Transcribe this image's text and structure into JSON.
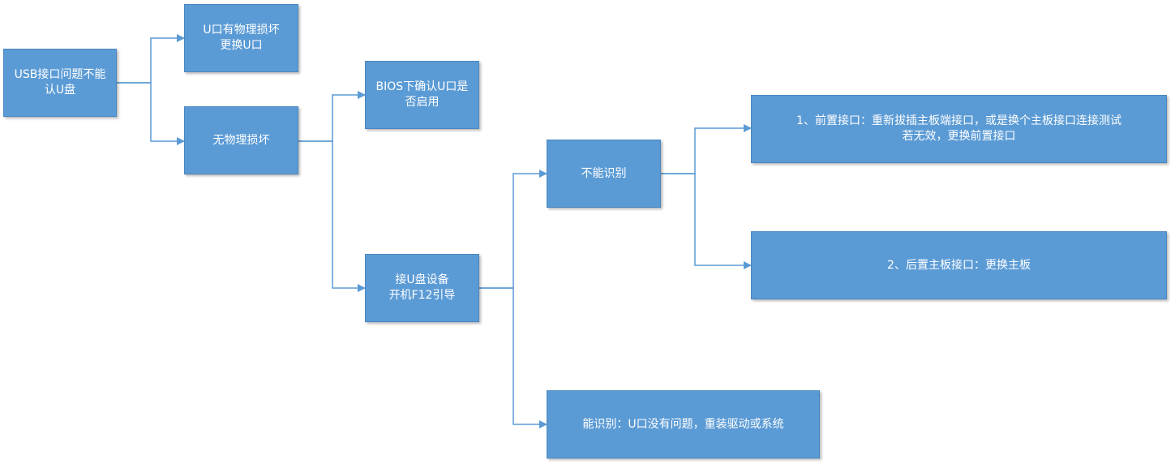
{
  "colors": {
    "node_fill": "#5b9bd5",
    "node_border": "#4a86bf",
    "node_text": "#ffffff",
    "connector": "#5b9bd5"
  },
  "nodes": {
    "root": {
      "lines": [
        "USB接口问题不能",
        "认U盘"
      ]
    },
    "physical_damage": {
      "lines": [
        "U口有物理损坏",
        "更换U口"
      ]
    },
    "no_damage": {
      "lines": [
        "无物理损坏"
      ]
    },
    "bios_check": {
      "lines": [
        "BIOS下确认U口是",
        "否启用"
      ]
    },
    "f12_boot": {
      "lines": [
        "接U盘设备",
        "开机F12引导"
      ]
    },
    "not_recognized": {
      "lines": [
        "不能识别"
      ]
    },
    "front_port": {
      "lines": [
        "1、前置接口：重新拔插主板端接口，或是换个主板接口连接测试",
        "若无效，更换前置接口"
      ]
    },
    "rear_port": {
      "lines": [
        "2、后置主板接口：更换主板"
      ]
    },
    "recognized": {
      "lines": [
        "能识别：U口没有问题，重装驱动或系统"
      ]
    }
  }
}
